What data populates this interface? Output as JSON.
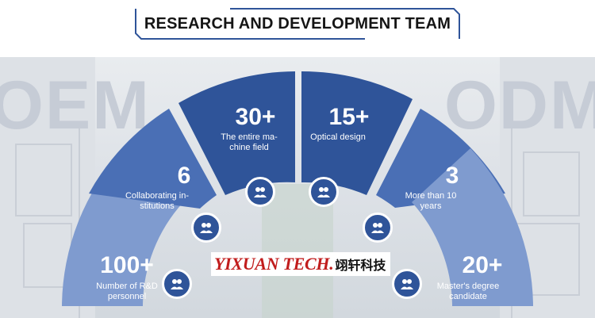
{
  "title": "RESEARCH AND DEVELOPMENT TEAM",
  "background_words": {
    "left": "OEM",
    "right": "ODM"
  },
  "colors": {
    "dark": "#2f5499",
    "medium": "#4a6fb5",
    "light": "#7f9bcf",
    "icon": "#2f5499"
  },
  "segments": [
    {
      "number": "100+",
      "label": "Number of R&D personnel",
      "icon": "team-icon"
    },
    {
      "number": "6",
      "label": "Collaborating institutions",
      "icon": "team-icon"
    },
    {
      "number": "30+",
      "label": "The entire machine field",
      "icon": "team-icon"
    },
    {
      "number": "15+",
      "label": "Optical design",
      "icon": "team-icon"
    },
    {
      "number": "3",
      "label": "More than 10 years",
      "icon": "team-icon"
    },
    {
      "number": "20+",
      "label": "Master's degree candidate",
      "icon": "team-icon"
    }
  ],
  "label_lines": {
    "seg0": [
      "Number of R&D",
      "personnel"
    ],
    "seg1": [
      "Collaborating in-",
      "stitutions"
    ],
    "seg2": [
      "The entire ma-",
      "chine field"
    ],
    "seg3": [
      "Optical design"
    ],
    "seg4": [
      "More than 10",
      "years"
    ],
    "seg5": [
      "Master's degree",
      "candidate"
    ]
  },
  "logo": {
    "latin": "YIXUAN TECH.",
    "chinese": "翊轩科技"
  }
}
